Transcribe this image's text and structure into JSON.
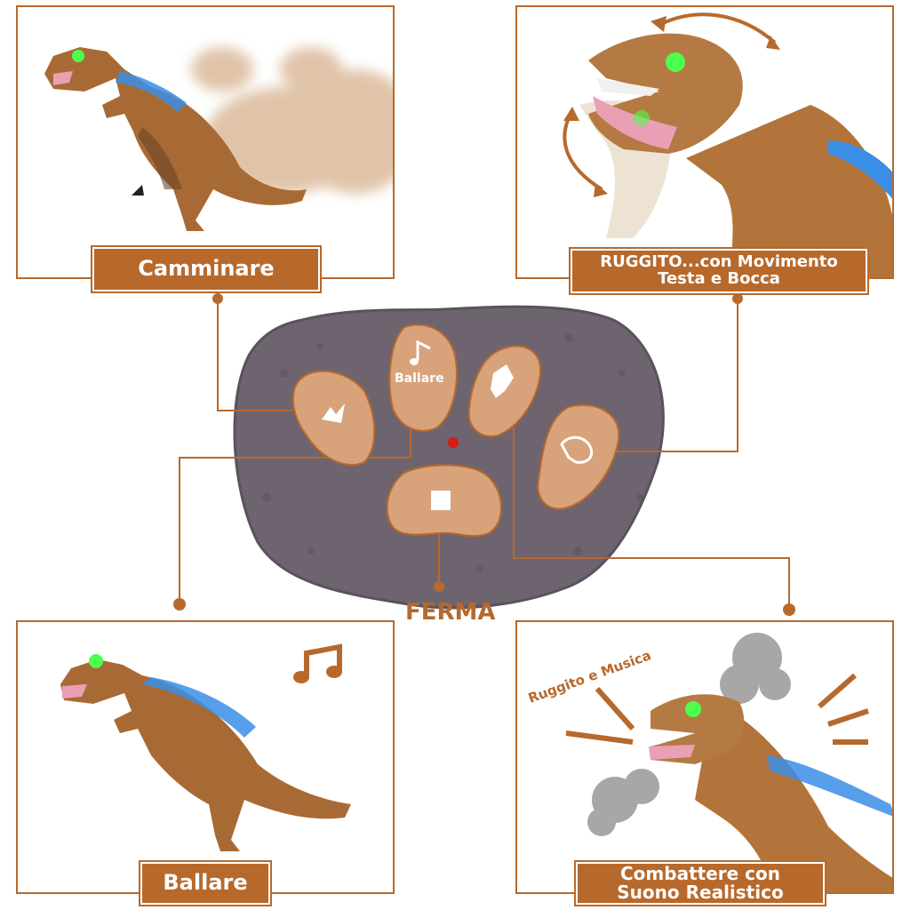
{
  "colors": {
    "accent": "#b7692c",
    "remote": "#6e6470",
    "button": "#d8a27a",
    "led": "#d81b1b",
    "eye": "#4cff4c",
    "spikes": "#3a8ee6"
  },
  "panels": {
    "walk": {
      "label": "Camminare"
    },
    "roar": {
      "label_line1": "RUGGITO...con Movimento",
      "label_line2": "Testa e Bocca"
    },
    "dance": {
      "label": "Ballare"
    },
    "fight": {
      "label_line1": "Combattere con",
      "label_line2": "Suono Realistico",
      "callout": "Ruggito e Musica"
    }
  },
  "remote": {
    "buttons": [
      {
        "id": "walk",
        "icon": "dinosaur-walk-icon"
      },
      {
        "id": "dance",
        "label": "Ballare",
        "icon": "music-note-icon"
      },
      {
        "id": "fight",
        "icon": "dinosaur-fight-icon"
      },
      {
        "id": "roar",
        "icon": "dinosaur-head-icon"
      },
      {
        "id": "stop",
        "icon": "stop-square-icon"
      }
    ],
    "stop_label": "FERMA"
  }
}
